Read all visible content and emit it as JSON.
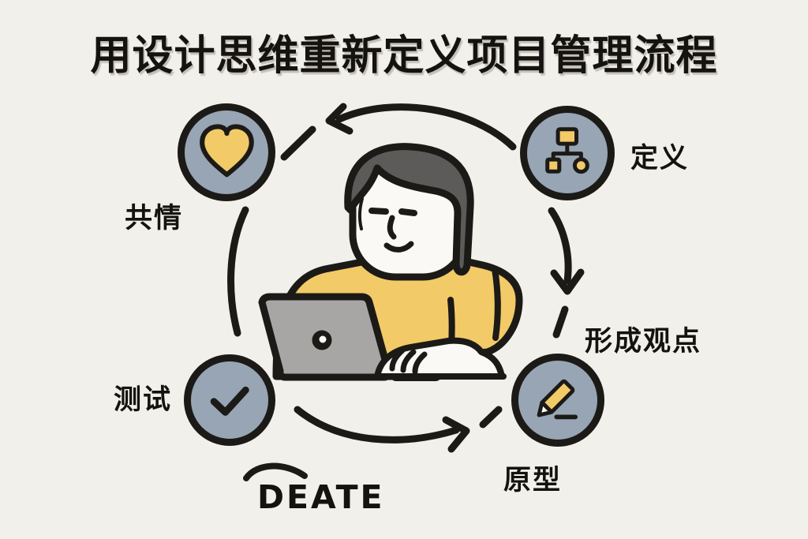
{
  "title": "用设计思维重新定义项目管理流程",
  "labels": {
    "empathize": "共情",
    "define": "定义",
    "viewpoint": "形成观点",
    "prototype": "原型",
    "test": "测试",
    "ideate": "DEATE"
  },
  "icons": {
    "empathize": "heart-icon",
    "define": "org-chart-icon",
    "prototype": "pencil-icon",
    "test": "check-icon"
  },
  "illustration": "person-working-on-laptop",
  "colors": {
    "background": "#F2F0EA",
    "ink": "#1C1A17",
    "node_fill": "#97A5B4",
    "accent_yellow": "#F2CA67",
    "laptop_gray": "#A7A6A4",
    "hair_gray": "#5C5B59"
  }
}
